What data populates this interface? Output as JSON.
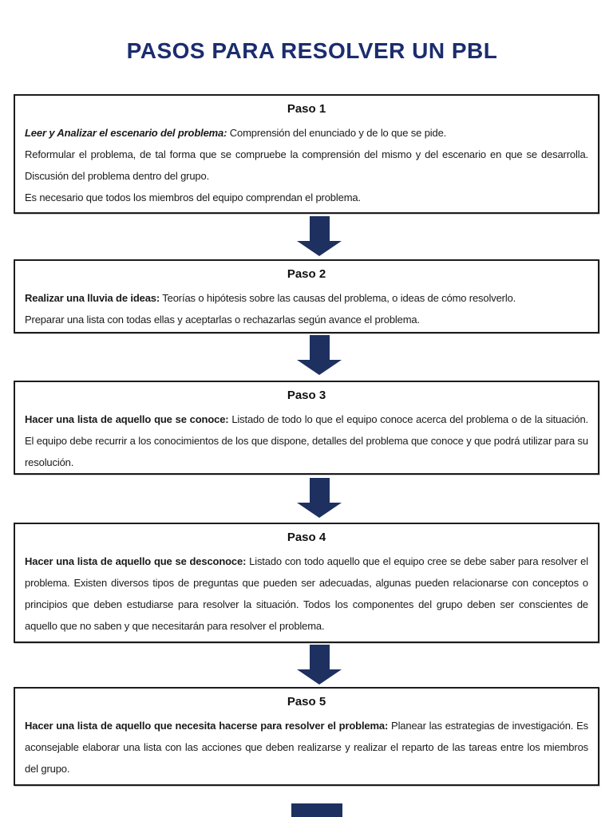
{
  "page": {
    "title": "PASOS PARA RESOLVER UN PBL"
  },
  "colors": {
    "title_navy": "#1b2d6e",
    "arrow_navy": "#1d3060",
    "box_border": "#1c1c1c",
    "text": "#1a1a1a"
  },
  "icons": {
    "down_arrow": "block-arrow-down"
  },
  "layout_tops": {
    "boxes": [
      118,
      325,
      477,
      655,
      861
    ],
    "box_heights": [
      150,
      93,
      118,
      151,
      124
    ],
    "arrows": [
      271,
      420,
      599,
      808
    ]
  },
  "steps": [
    {
      "title": "Paso 1",
      "paragraphs": [
        {
          "lead": "Leer y Analizar el escenario del problema:",
          "lead_italic": true,
          "text": " Comprensión del enunciado y de lo que se pide."
        },
        {
          "text": "Reformular el problema, de tal forma que se compruebe la comprensión del mismo y del escenario en que se desarrolla. Discusión del problema dentro del grupo."
        },
        {
          "text": "Es necesario que todos los miembros del equipo comprendan el problema."
        }
      ]
    },
    {
      "title": "Paso 2",
      "paragraphs": [
        {
          "lead": "Realizar una lluvia de ideas:",
          "lead_italic": false,
          "text": " Teorías o hipótesis sobre las causas del problema, o ideas de cómo resolverlo."
        },
        {
          "text": "Preparar una lista con todas ellas y aceptarlas o rechazarlas según avance el problema."
        }
      ]
    },
    {
      "title": "Paso 3",
      "paragraphs": [
        {
          "lead": "Hacer una lista de aquello que se conoce:",
          "lead_italic": false,
          "text": " Listado de todo lo que el equipo conoce acerca del problema o de la situación. El equipo debe recurrir a los conocimientos de los que dispone, detalles del problema que conoce y que podrá utilizar para su resolución."
        }
      ]
    },
    {
      "title": "Paso 4",
      "paragraphs": [
        {
          "lead": "Hacer una lista de aquello que se desconoce:",
          "lead_italic": false,
          "text": " Listado con todo aquello que el equipo cree se debe saber para resolver el problema. Existen diversos tipos de preguntas que pueden ser adecuadas, algunas pueden relacionarse con conceptos o principios que deben estudiarse para resolver la situación. Todos los componentes del grupo deben ser conscientes de aquello que no saben y que necesitarán para resolver el problema."
        }
      ]
    },
    {
      "title": "Paso 5",
      "paragraphs": [
        {
          "lead": "Hacer una lista de aquello que necesita hacerse para resolver el problema:",
          "lead_italic": false,
          "text": " Planear las estrategias de investigación. Es aconsejable elaborar una lista  con las acciones que deben realizarse y realizar el reparto de las tareas entre los miembros del grupo."
        }
      ]
    }
  ]
}
